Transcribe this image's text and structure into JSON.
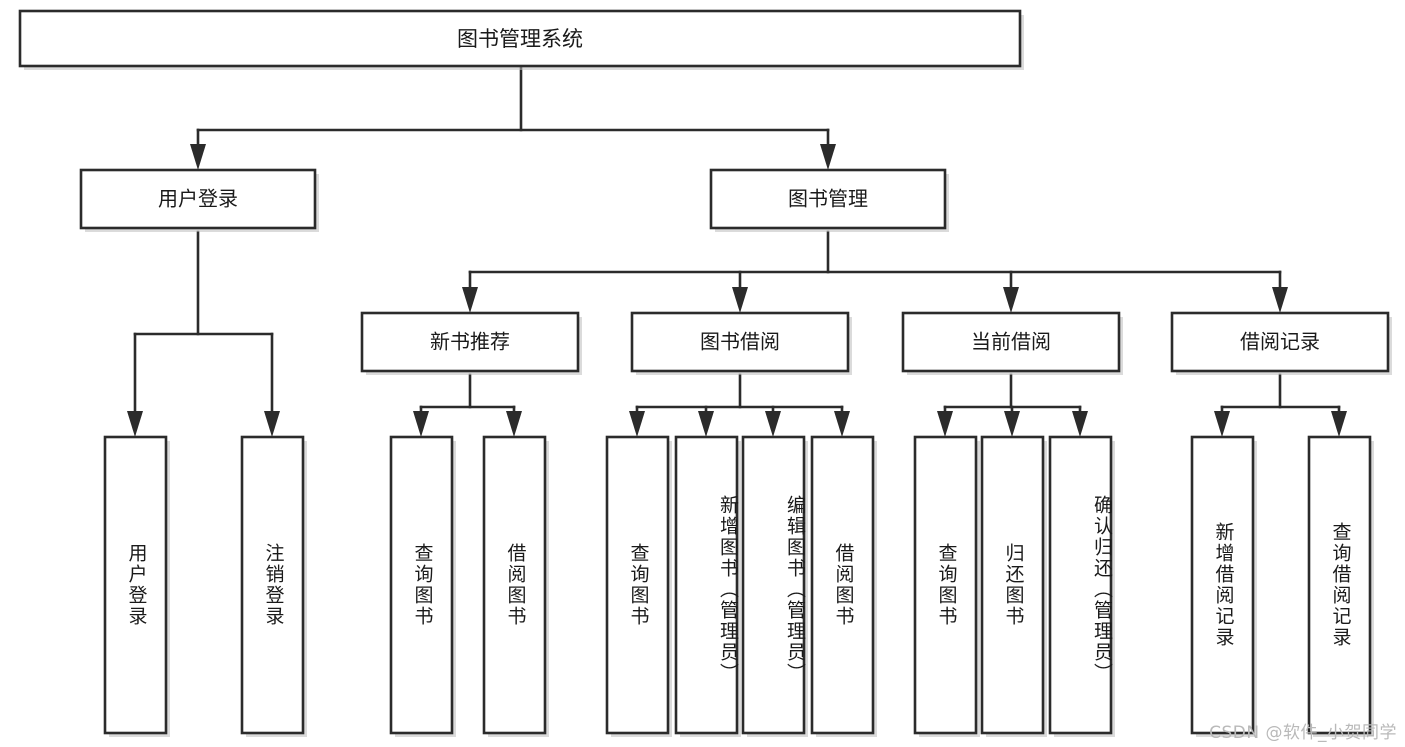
{
  "diagram": {
    "type": "tree",
    "title": "图书管理系统",
    "orientation": "top-down",
    "watermark": "CSDN @软件_小贺同学",
    "colors": {
      "box_stroke": "#2b2b2b",
      "box_fill": "#ffffff",
      "connector": "#2b2b2b",
      "text": "#1a1a1a",
      "watermark": "#b9b9b9",
      "background": "#ffffff"
    },
    "root": {
      "label": "图书管理系统"
    },
    "level2": [
      {
        "label": "用户登录"
      },
      {
        "label": "图书管理"
      }
    ],
    "level3": [
      {
        "label": "新书推荐"
      },
      {
        "label": "图书借阅"
      },
      {
        "label": "当前借阅"
      },
      {
        "label": "借阅记录"
      }
    ],
    "leaves": {
      "user_login": [
        {
          "label": "用户登录"
        },
        {
          "label": "注销登录"
        }
      ],
      "new_book_recommend": [
        {
          "label": "查询图书"
        },
        {
          "label": "借阅图书"
        }
      ],
      "book_borrow": [
        {
          "label": "查询图书"
        },
        {
          "label": "新增图书（管理员）"
        },
        {
          "label": "编辑图书（管理员）"
        },
        {
          "label": "借阅图书"
        }
      ],
      "current_borrow": [
        {
          "label": "查询图书"
        },
        {
          "label": "归还图书"
        },
        {
          "label": "确认归还（管理员）"
        }
      ],
      "borrow_record": [
        {
          "label": "新增借阅记录"
        },
        {
          "label": "查询借阅记录"
        }
      ]
    }
  }
}
